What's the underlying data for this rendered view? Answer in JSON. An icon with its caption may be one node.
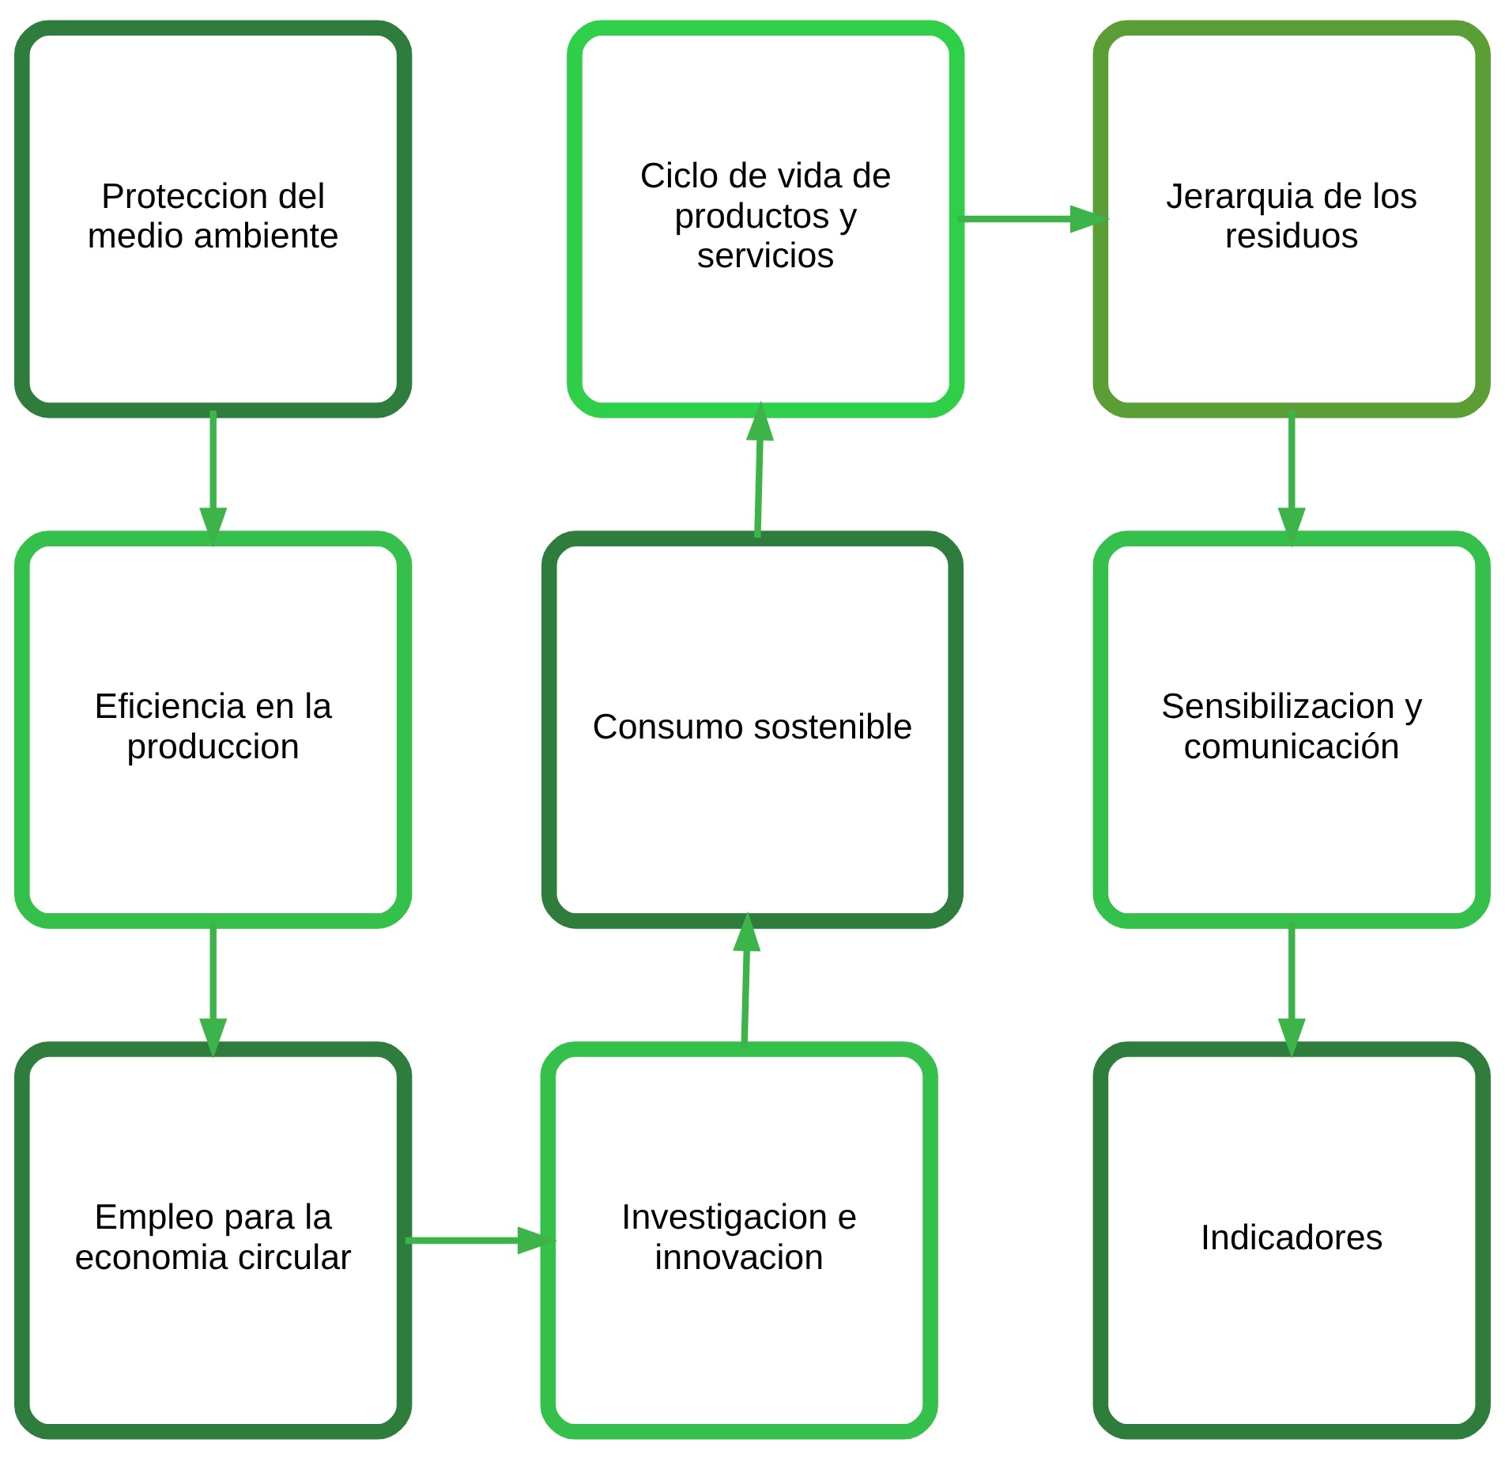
{
  "diagram": {
    "nodes": [
      {
        "text": [
          "Proteccion del medio ambiente"
        ]
      },
      {
        "text": [
          "Ciclo de vida de productos y servicios"
        ]
      },
      {
        "text": [
          "Jerarquia de los residuos"
        ]
      },
      {
        "text": [
          "Eficiencia en la produccion"
        ]
      },
      {
        "text": [
          "Consumo sostenible"
        ]
      },
      {
        "text": [
          "Sensibilizacion y comunicación"
        ]
      },
      {
        "text": [
          "Empleo para la economia circular"
        ]
      },
      {
        "text": [
          "Investigacion e innovacion"
        ]
      },
      {
        "text": [
          "Indicadores"
        ]
      }
    ],
    "edges": [
      {
        "from": 0,
        "to": 3,
        "arrow": "to"
      },
      {
        "from": 3,
        "to": 6,
        "arrow": "to"
      },
      {
        "from": 6,
        "to": 7,
        "arrow": "to"
      },
      {
        "from": 7,
        "to": 4,
        "arrow": "to"
      },
      {
        "from": 4,
        "to": 1,
        "arrow": "to"
      },
      {
        "from": 1,
        "to": 2,
        "arrow": "to"
      },
      {
        "from": 2,
        "to": 5,
        "arrow": "to"
      },
      {
        "from": 5,
        "to": 8,
        "arrow": "to"
      }
    ]
  }
}
